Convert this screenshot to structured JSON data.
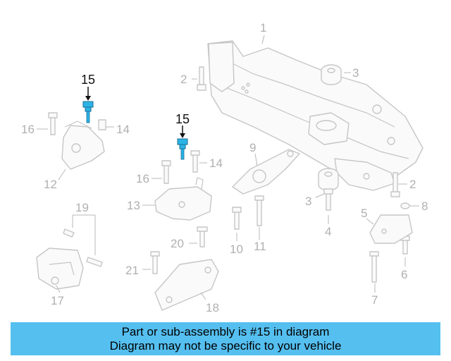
{
  "diagram": {
    "highlight_color": "#2bb3e6",
    "callouts_plain": [
      "1",
      "2",
      "3",
      "16",
      "14",
      "12",
      "9",
      "14",
      "16",
      "13",
      "2",
      "3",
      "8",
      "5",
      "4",
      "6",
      "19",
      "20",
      "10",
      "11",
      "21",
      "17",
      "7",
      "18"
    ],
    "callouts_highlight": [
      "15",
      "15"
    ]
  },
  "banner": {
    "line1": "Part or sub-assembly is #15 in diagram",
    "line2": "Diagram may not be specific to your vehicle",
    "background": "#55bff0"
  }
}
